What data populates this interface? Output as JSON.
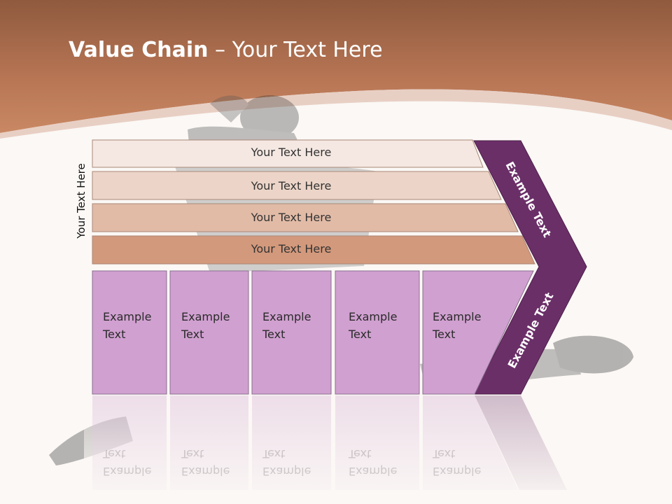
{
  "slide": {
    "title_bold": "Value Chain",
    "title_rest": " – Your Text Here",
    "side_label": "Your Text Here"
  },
  "support_rows": [
    {
      "label": "Your Text Here"
    },
    {
      "label": "Your Text Here"
    },
    {
      "label": "Your Text Here"
    },
    {
      "label": "Your Text Here"
    }
  ],
  "activities": [
    {
      "line1": "Example",
      "line2": "Text"
    },
    {
      "line1": "Example",
      "line2": "Text"
    },
    {
      "line1": "Example",
      "line2": "Text"
    },
    {
      "line1": "Example",
      "line2": "Text"
    },
    {
      "line1": "Example",
      "line2": "Text"
    }
  ],
  "margin": {
    "upper_label": "Example Text",
    "lower_label": "Example Text"
  },
  "colors": {
    "header_brown": "#c07e5a",
    "row_1": "#f5e8e2",
    "row_2": "#ecd5c8",
    "row_3": "#e2bba7",
    "row_4": "#d3997c",
    "activity_fill": "#d0a0d0",
    "margin_purple": "#6b2f68"
  }
}
